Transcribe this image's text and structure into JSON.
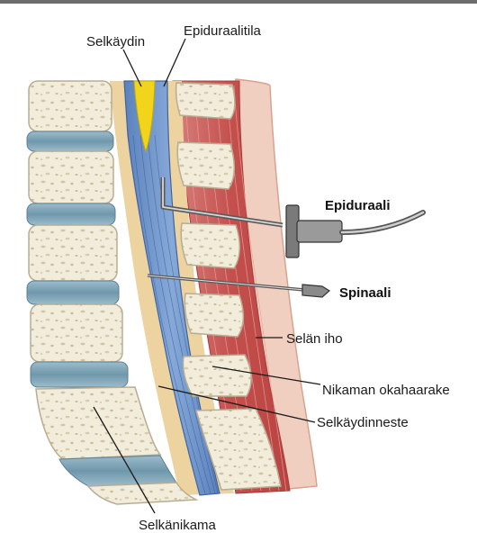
{
  "labels": {
    "spinal_cord": "Selkäydin",
    "epidural_space": "Epiduraalitila",
    "epidural": "Epiduraali",
    "spinal": "Spinaali",
    "skin": "Selän iho",
    "spinous_process": "Nikaman okahaarake",
    "csf": "Selkäydinneste",
    "vertebra": "Selkänikama"
  },
  "colors": {
    "frame_top": "#6d6d6d",
    "bone": "#f2ecda",
    "bone_outline": "#b8ad94",
    "bone_speckle": "#d3c6a6",
    "disc": "#7fa3b5",
    "disc_ring": "#bfd4de",
    "fat": "#ecd3a0",
    "dura_blue": "#6b91c8",
    "dura_dark": "#3f63a0",
    "cord_yellow": "#f2d51a",
    "muscle": "#c8504f",
    "muscle_light": "#d98a87",
    "skin": "#f0cfc1",
    "skin_edge": "#d9a290",
    "needle": "#5f5f5f",
    "needle_hub": "#8a8a8a"
  }
}
